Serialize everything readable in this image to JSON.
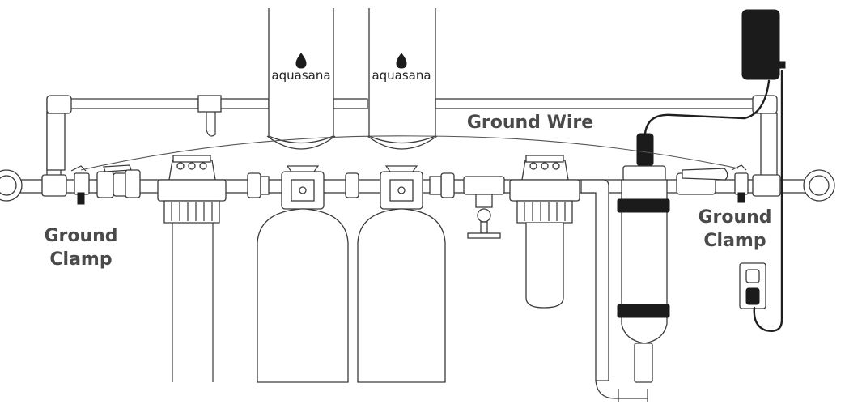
{
  "labels": {
    "ground_wire": "Ground Wire",
    "ground_clamp_left_line1": "Ground",
    "ground_clamp_left_line2": "Clamp",
    "ground_clamp_right_line1": "Ground",
    "ground_clamp_right_line2": "Clamp"
  },
  "brand": {
    "tank_left": "aquasana",
    "tank_right": "aquasana"
  },
  "colors": {
    "line": "#3a3a3a",
    "label": "#4a4a4a",
    "device": "#1b1b1b"
  },
  "icons": [
    "water-drop-logo-icon",
    "outlet-icon",
    "power-adapter-icon",
    "uv-lamp-icon"
  ]
}
